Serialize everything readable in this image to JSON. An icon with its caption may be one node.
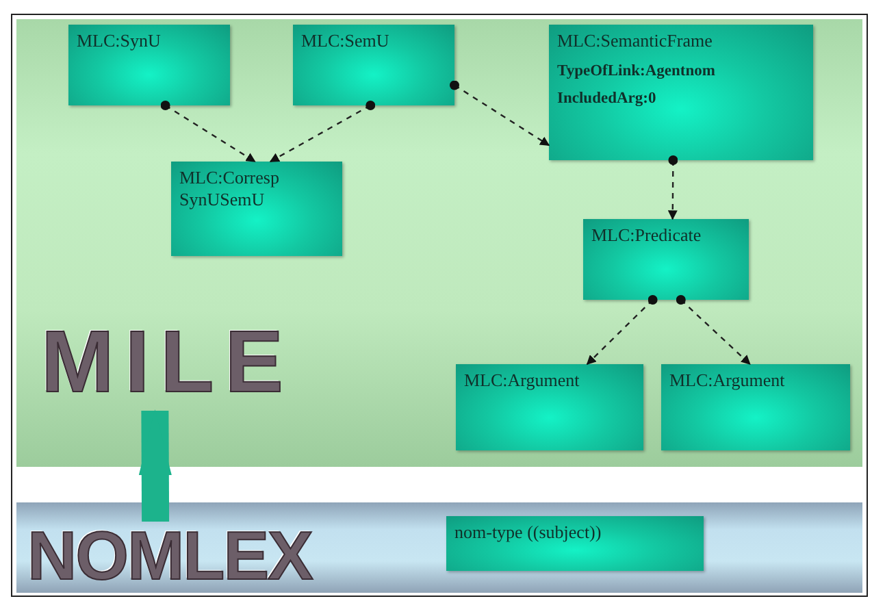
{
  "diagram": {
    "nodes": [
      {
        "text": [],
        "shape": "box"
      },
      {
        "text": [
          "MILE"
        ],
        "in": 0
      },
      {
        "text": [
          "MLC:SynU"
        ],
        "in": 0
      },
      {
        "text": [
          "MLC:SemU"
        ],
        "in": 0
      },
      {
        "text": [
          "MLC:SemanticFrame",
          "TypeOfLink:Agentnom",
          "IncludedArg:0"
        ],
        "in": 0
      },
      {
        "text": [
          "MLC:Corresp SynUSemU"
        ],
        "in": 0
      },
      {
        "text": [
          "MLC:Predicate"
        ],
        "in": 0
      },
      {
        "text": [
          "MLC:Argument"
        ],
        "in": 0
      },
      {
        "text": [
          "MLC:Argument"
        ],
        "in": 0
      },
      {
        "text": [],
        "shape": "box"
      },
      {
        "text": [
          "NOMLEX"
        ],
        "in": 9
      },
      {
        "text": [
          "nom-type ((subject))"
        ],
        "in": 9
      }
    ],
    "edges": [
      {
        "from": 2,
        "to": 5,
        "arrow": "to",
        "style": "dashed"
      },
      {
        "from": 3,
        "to": 5,
        "arrow": "to",
        "style": "dashed"
      },
      {
        "from": 3,
        "to": 4,
        "arrow": "to",
        "style": "dashed"
      },
      {
        "from": 4,
        "to": 6,
        "arrow": "to",
        "style": "dashed"
      },
      {
        "from": 6,
        "to": 7,
        "arrow": "to",
        "style": "dashed"
      },
      {
        "from": 6,
        "to": 8,
        "arrow": "to",
        "style": "dashed"
      },
      {
        "from": 10,
        "to": 1,
        "arrow": "to",
        "style": "thick",
        "color": "#1cb38c"
      }
    ]
  }
}
